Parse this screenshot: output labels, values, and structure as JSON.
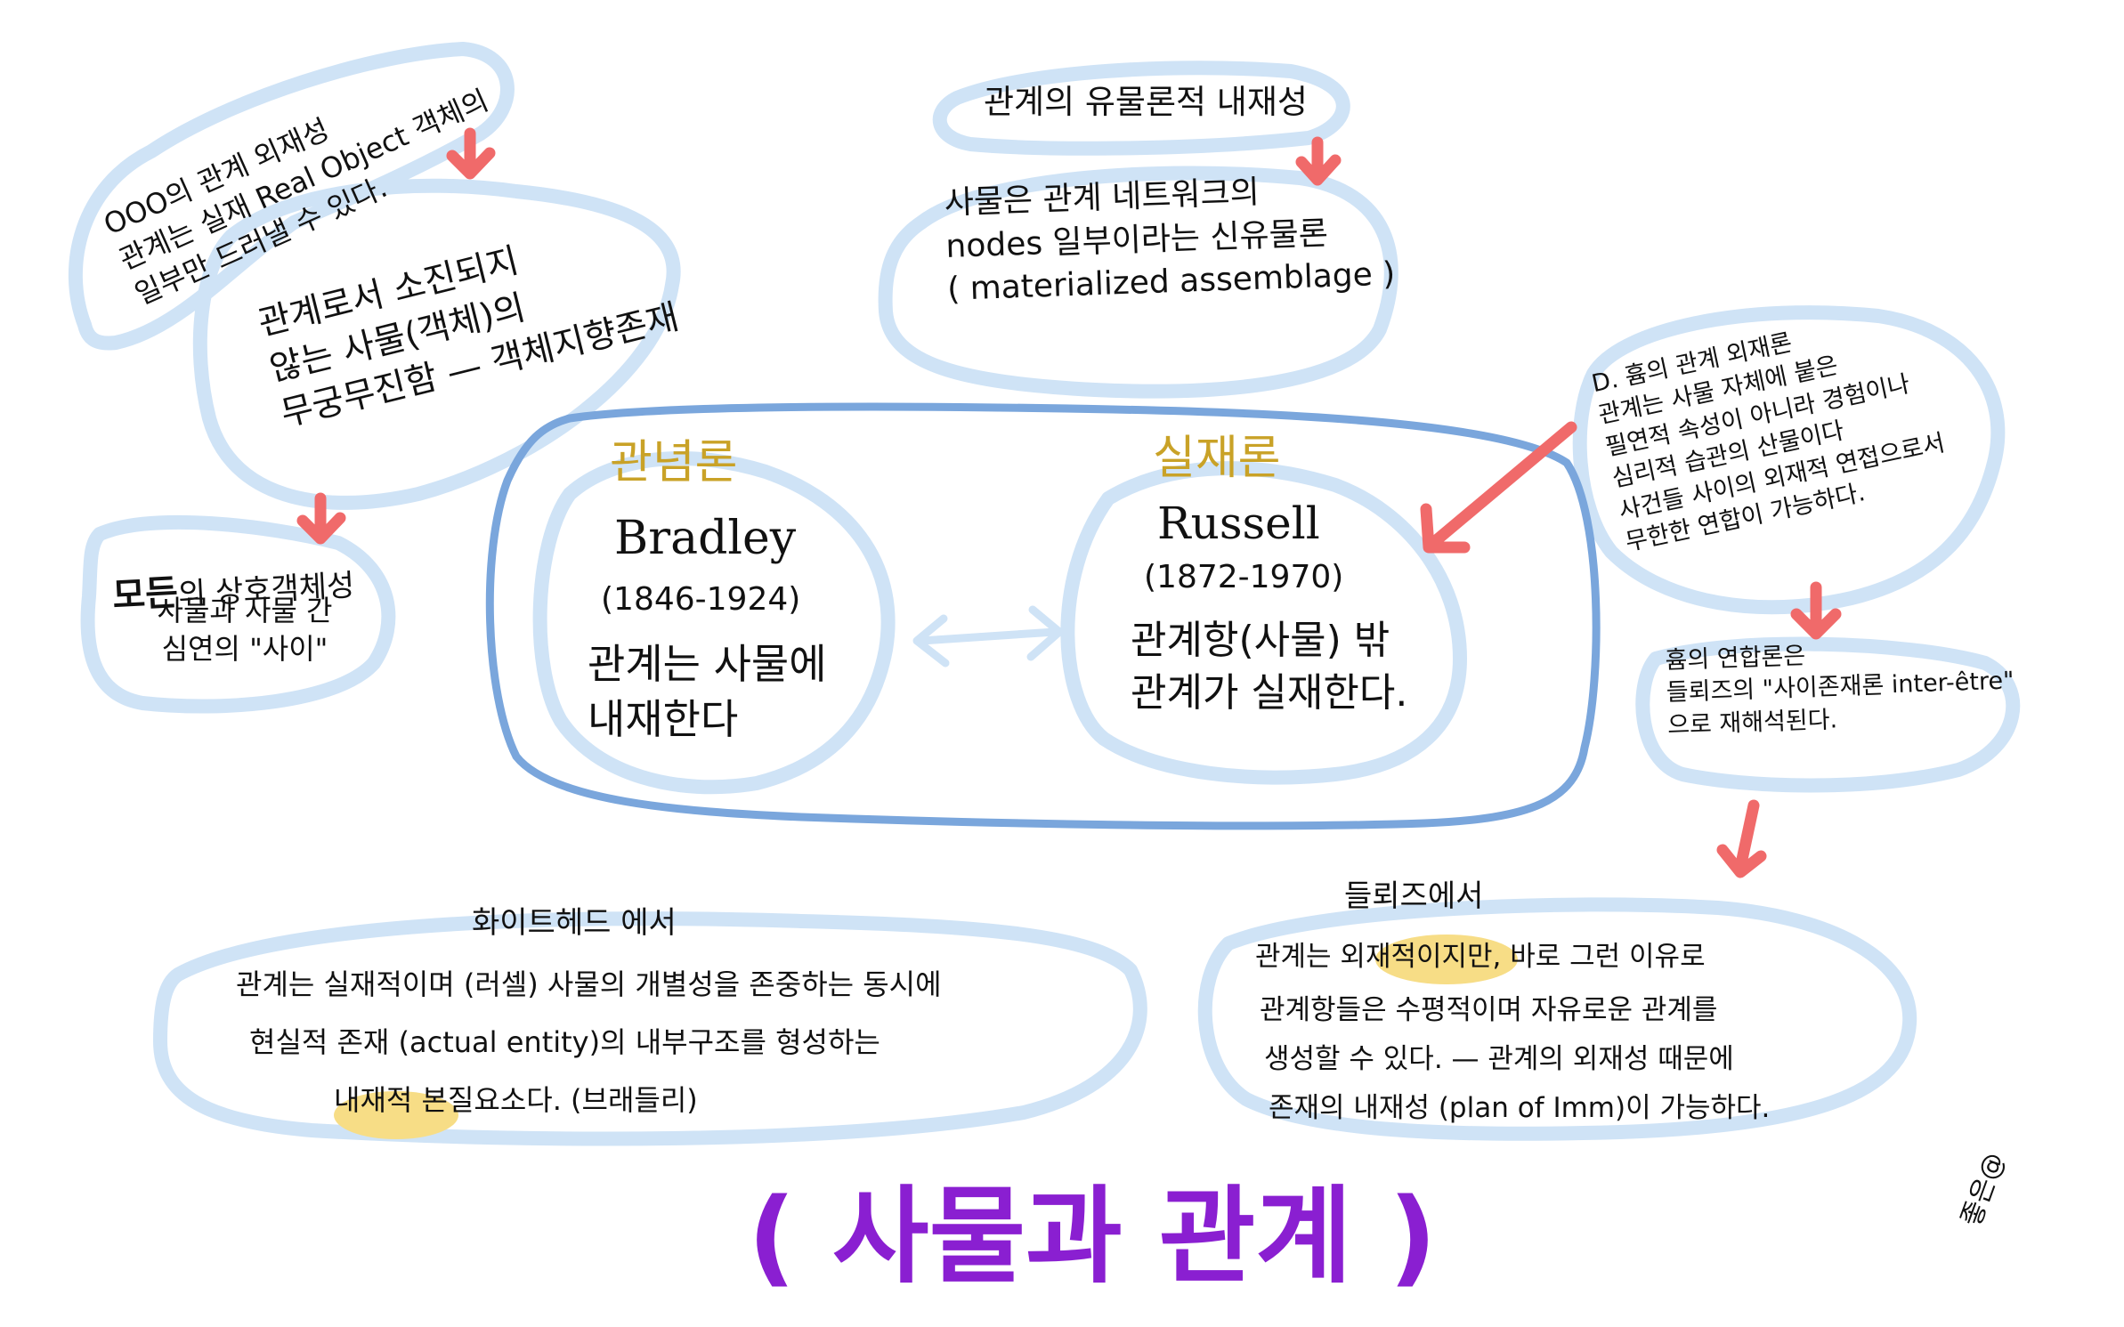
{
  "diagram": {
    "nodes": {
      "ooo": {
        "text": "OOO의 관계 외재성\n관계는 실재 Real Object 객체의\n일부만 드러낼 수 있다."
      },
      "withdrawn": {
        "text": "관계로서 소진되지\n않는 사물(객체)의\n무궁무진함 — 객체지향존재"
      },
      "all_mutual": {
        "heading": "모든",
        "heading_rest": "의 상호객체성",
        "body": "사물과 사물 간\n심연의 \"사이\""
      },
      "materialism": {
        "text": "관계의 유물론적 내재성"
      },
      "network": {
        "text": "사물은 관계 네트워크의\nnodes 일부이라는 신유물론\n( materialized assemblage )"
      },
      "idealism": {
        "label": "관념론",
        "name": "Bradley",
        "years": "(1846-1924)",
        "claim": "관계는 사물에\n내재한다"
      },
      "realism": {
        "label": "실재론",
        "name": "Russell",
        "years": "(1872-1970)",
        "claim": "관계항(사물) 밖\n관계가 실재한다."
      },
      "hume": {
        "text": "D. 흄의 관계 외재론\n관계는 사물 자체에 붙은\n필연적 속성이 아니라 경험이나\n심리적 습관의 산물이다\n사건들 사이의 외재적 연접으로서\n무한한 연합이 가능하다."
      },
      "hume_assoc": {
        "text": "흄의 연합론은\n들뢰즈의 \"사이존재론 inter-être\"\n으로 재해석된다."
      },
      "whitehead": {
        "title": "화이트헤드 에서",
        "line1": "관계는 실재적이며 (러셀) 사물의 개별성을 존중하는 동시에",
        "line2": "현실적 존재 (actual entity)의 내부구조를 형성하는",
        "highlight": "내재적",
        "line3_rest": " 본질요소다. (브래들리)"
      },
      "deleuze": {
        "title": "들뢰즈에서",
        "line1_pre": "관계는 ",
        "highlight": "외재적",
        "line1_post": "이지만, 바로 그런 이유로",
        "line2": "관계항들은 수평적이며 자유로운 관계를",
        "line3": "생성할 수 있다. — 관계의 외재성 때문에",
        "line4": "존재의 내재성 (plan of Imm)이 가능하다."
      }
    },
    "title": "( 사물과 관계 )",
    "signature": "좋은@",
    "colors": {
      "blob": "#cfe3f6",
      "oval": "#7aa6dc",
      "arrow": "#f06a6a",
      "gold": "#c9a227",
      "highlight": "#f7dd86",
      "title": "#8a1fd1"
    }
  }
}
